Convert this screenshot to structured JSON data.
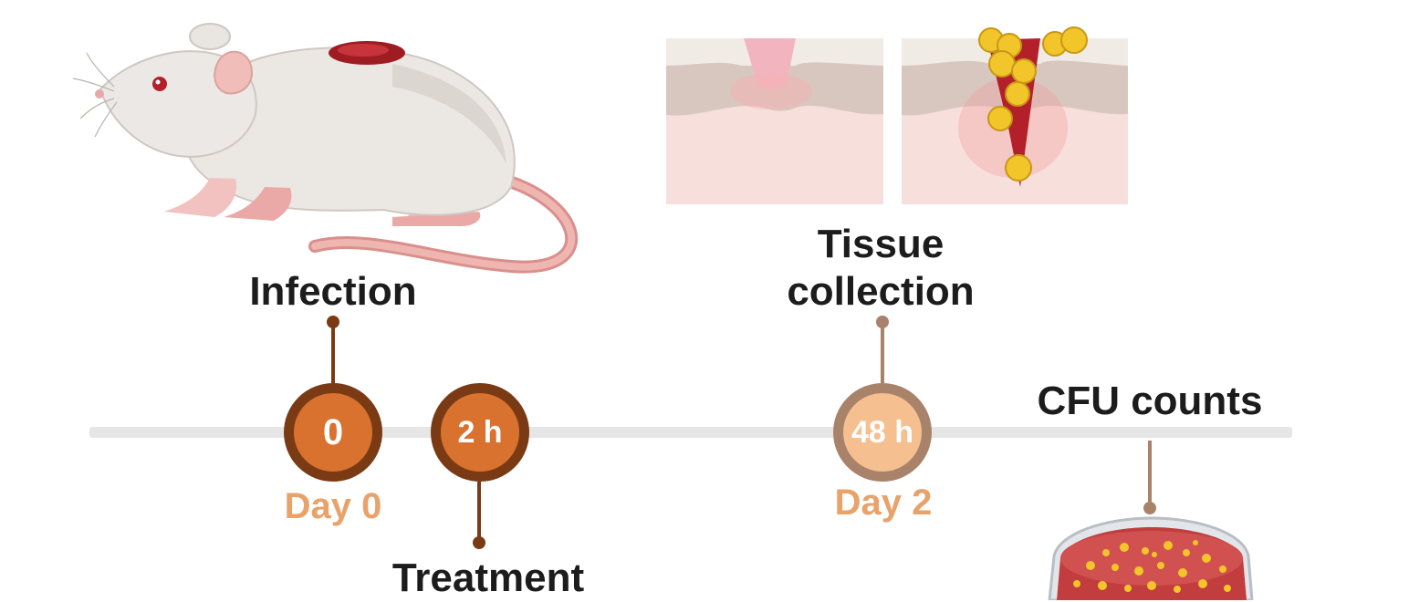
{
  "labels": {
    "infection": "Infection",
    "tissue_line1": "Tissue",
    "tissue_line2": "collection",
    "cfu": "CFU counts",
    "treatment": "Treatment"
  },
  "nodes": {
    "n0": "0",
    "n2h": "2 h",
    "n48h": "48 h"
  },
  "days": {
    "day0": "Day 0",
    "day2": "Day 2"
  },
  "colors": {
    "dark_node_ring": "#7a3b14",
    "dark_node_fill": "#d9722f",
    "light_node_ring": "#a9826a",
    "light_node_fill": "#f5bf90",
    "timeline": "#e6e6e6",
    "day_text": "#e8a26a"
  },
  "icons": [
    "mouse-illustration",
    "skin-wound-illustration",
    "infected-wound-illustration",
    "petri-dish-illustration"
  ]
}
